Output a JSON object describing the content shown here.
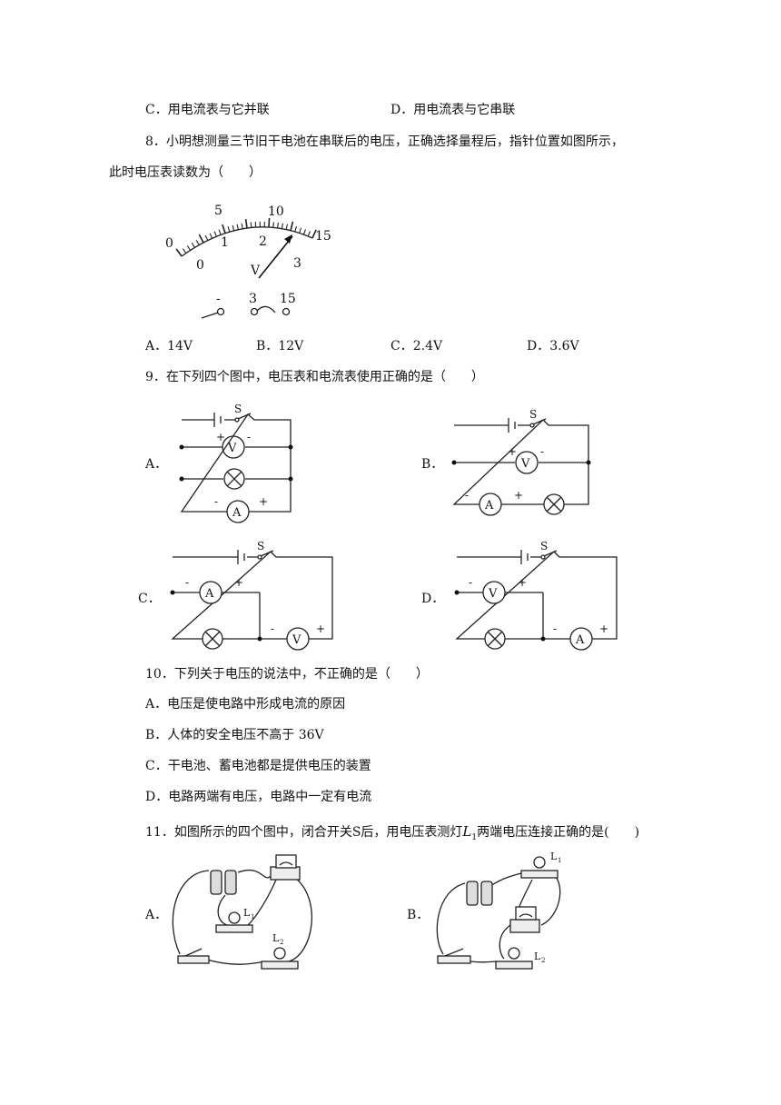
{
  "q7": {
    "optC": "C．用电流表与它并联",
    "optD": "D．用电流表与它串联"
  },
  "q8": {
    "stem1": "8．小明想测量三节旧干电池在串联后的电压，正确选择量程后，指针位置如图所示，",
    "stem2": "此时电压表读数为（　　）",
    "meter": {
      "upper_ticks": [
        "0",
        "5",
        "10",
        "15"
      ],
      "lower_ticks": [
        "0",
        "1",
        "2",
        "3"
      ],
      "unit": "V",
      "terminals": [
        "-",
        "3",
        "15"
      ]
    },
    "options": [
      "A．14V",
      "B．12V",
      "C．2.4V",
      "D．3.6V"
    ]
  },
  "q9": {
    "stem": "9．在下列四个图中，电压表和电流表使用正确的是（　　）",
    "labels": [
      "A．",
      "B．",
      "C．",
      "D．"
    ],
    "switch_label": "S",
    "voltmeter": "V",
    "ammeter": "A",
    "plus": "+",
    "minus": "-"
  },
  "q10": {
    "stem": "10．下列关于电压的说法中，不正确的是（　　）",
    "options": [
      "A．电压是使电路中形成电流的原因",
      "B．人体的安全电压不高于 36V",
      "C．干电池、蓄电池都是提供电压的装置",
      "D．电路两端有电压，电路中一定有电流"
    ]
  },
  "q11": {
    "stem_before": "11．如图所示的四个图中，闭合开关S后，用电压表测灯",
    "lamp_sym": "L",
    "lamp_sub": "1",
    "stem_after": "两端电压连接正确的是(　　)",
    "labels": [
      "A．",
      "B．"
    ],
    "lamp1": "L",
    "lamp1_sub": "1",
    "lamp2": "L",
    "lamp2_sub": "2"
  }
}
